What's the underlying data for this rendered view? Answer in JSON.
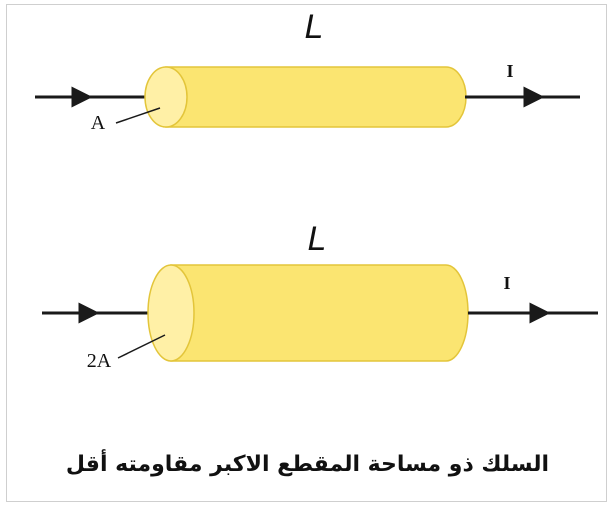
{
  "figure": {
    "top": {
      "length_label": "L",
      "area_label": "A",
      "current_label": "I"
    },
    "bottom": {
      "length_label": "L",
      "area_label": "2A",
      "current_label": "I"
    },
    "caption": "السلك ذو مساحة المقطع الاكبر مقاومته أقل",
    "colors": {
      "cylinder_fill": "#fbe571",
      "cylinder_edge": "#e3c53a",
      "wire": "#1a1a1a"
    }
  }
}
